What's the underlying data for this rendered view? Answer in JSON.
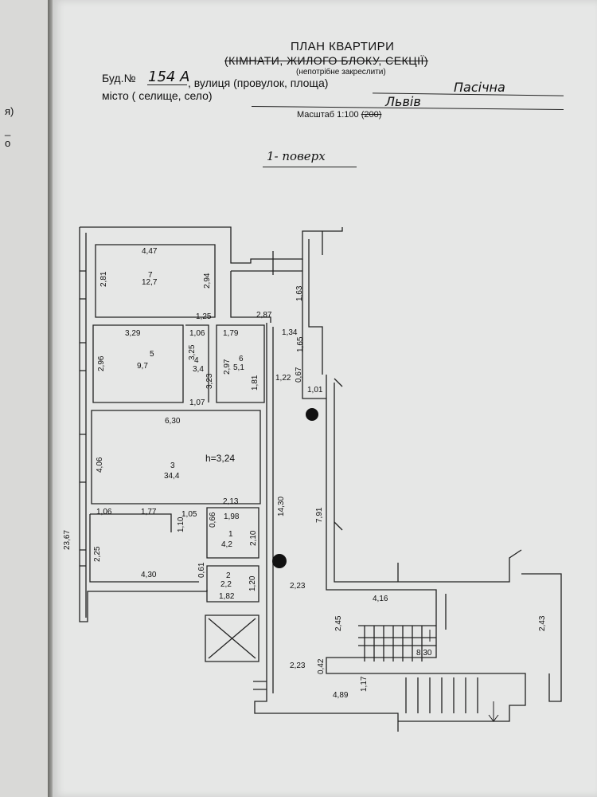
{
  "left_page": {
    "fragments": [
      "я)",
      "_",
      "о"
    ]
  },
  "header": {
    "title": "ПЛАН КВАРТИРИ",
    "subtitle": "(КІМНАТИ, ЖИЛОГО БЛОКУ, СЕКЦІЇ)",
    "note": "(непотрібне закреслити)",
    "building_label": "Буд.№",
    "building_number": "154 А",
    "street_label": ", вулиця (провулок, площа)",
    "street_value": "Пасічна",
    "city_label": "місто ( селище, село)",
    "city_value": "Львів",
    "scale_label": "Масштаб 1:100",
    "scale_struck": "(200)"
  },
  "floor_label": "1- поверх",
  "plan": {
    "rooms": [
      {
        "number": "7",
        "area": "12,7"
      },
      {
        "number": "5",
        "area": "9,7"
      },
      {
        "number": "4",
        "area": "3,4"
      },
      {
        "number": "6",
        "area": "5,1"
      },
      {
        "number": "3",
        "area": "34,4"
      },
      {
        "number": "1",
        "area": "4,2"
      },
      {
        "number": "2",
        "area": "2,2"
      }
    ],
    "ceiling_height": "h=3,24",
    "dimensions": [
      "4,47",
      "2,81",
      "2,94",
      "1,25",
      "2,87",
      "1,63",
      "3,29",
      "1,06",
      "1,79",
      "1,34",
      "1,65",
      "2,96",
      "3,25",
      "3,23",
      "2,97",
      "1,81",
      "1,22",
      "0,67",
      "1,01",
      "1,07",
      "6,30",
      "4,06",
      "14,30",
      "7,91",
      "1,06",
      "1,77",
      "1,05",
      "2,13",
      "1,98",
      "0,66",
      "1,10",
      "2,10",
      "23,67",
      "2,25",
      "4,30",
      "0,61",
      "1,20",
      "1,82",
      "2,23",
      "4,16",
      "2,45",
      "2,43",
      "8,30",
      "0,42",
      "2,23",
      "1,17",
      "4,89"
    ]
  }
}
